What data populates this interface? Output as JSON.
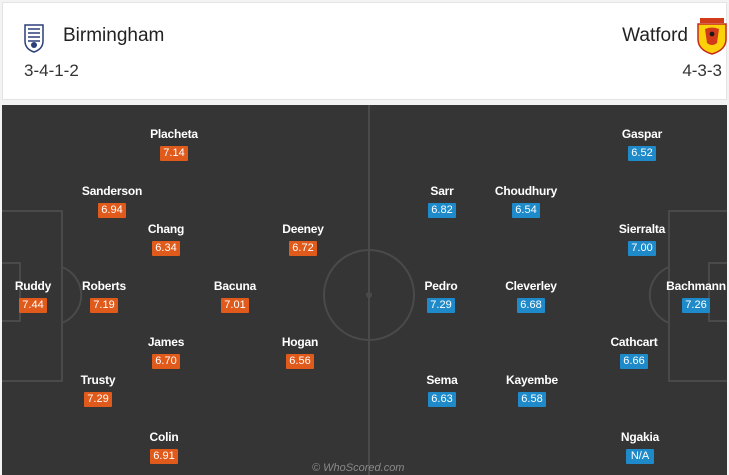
{
  "header": {
    "home": {
      "name": "Birmingham",
      "formation": "3-4-1-2",
      "crest_icon": "birmingham-crest-icon"
    },
    "away": {
      "name": "Watford",
      "formation": "4-3-3",
      "crest_icon": "watford-crest-icon"
    }
  },
  "colors": {
    "home_rating": "#e05a1b",
    "away_rating": "#1f8ac9",
    "pitch": "#353535"
  },
  "home_players": [
    {
      "name": "Placheta",
      "rating": "7.14"
    },
    {
      "name": "Sanderson",
      "rating": "6.94"
    },
    {
      "name": "Chang",
      "rating": "6.34"
    },
    {
      "name": "Deeney",
      "rating": "6.72"
    },
    {
      "name": "Ruddy",
      "rating": "7.44"
    },
    {
      "name": "Roberts",
      "rating": "7.19"
    },
    {
      "name": "Bacuna",
      "rating": "7.01"
    },
    {
      "name": "James",
      "rating": "6.70"
    },
    {
      "name": "Hogan",
      "rating": "6.56"
    },
    {
      "name": "Trusty",
      "rating": "7.29"
    },
    {
      "name": "Colin",
      "rating": "6.91"
    }
  ],
  "away_players": [
    {
      "name": "Gaspar",
      "rating": "6.52"
    },
    {
      "name": "Sarr",
      "rating": "6.82"
    },
    {
      "name": "Choudhury",
      "rating": "6.54"
    },
    {
      "name": "Sierralta",
      "rating": "7.00"
    },
    {
      "name": "Pedro",
      "rating": "7.29"
    },
    {
      "name": "Cleverley",
      "rating": "6.68"
    },
    {
      "name": "Bachmann",
      "rating": "7.26"
    },
    {
      "name": "Cathcart",
      "rating": "6.66"
    },
    {
      "name": "Sema",
      "rating": "6.63"
    },
    {
      "name": "Kayembe",
      "rating": "6.58"
    },
    {
      "name": "Ngakia",
      "rating": "N/A"
    }
  ],
  "watermark": "© WhoScored.com"
}
